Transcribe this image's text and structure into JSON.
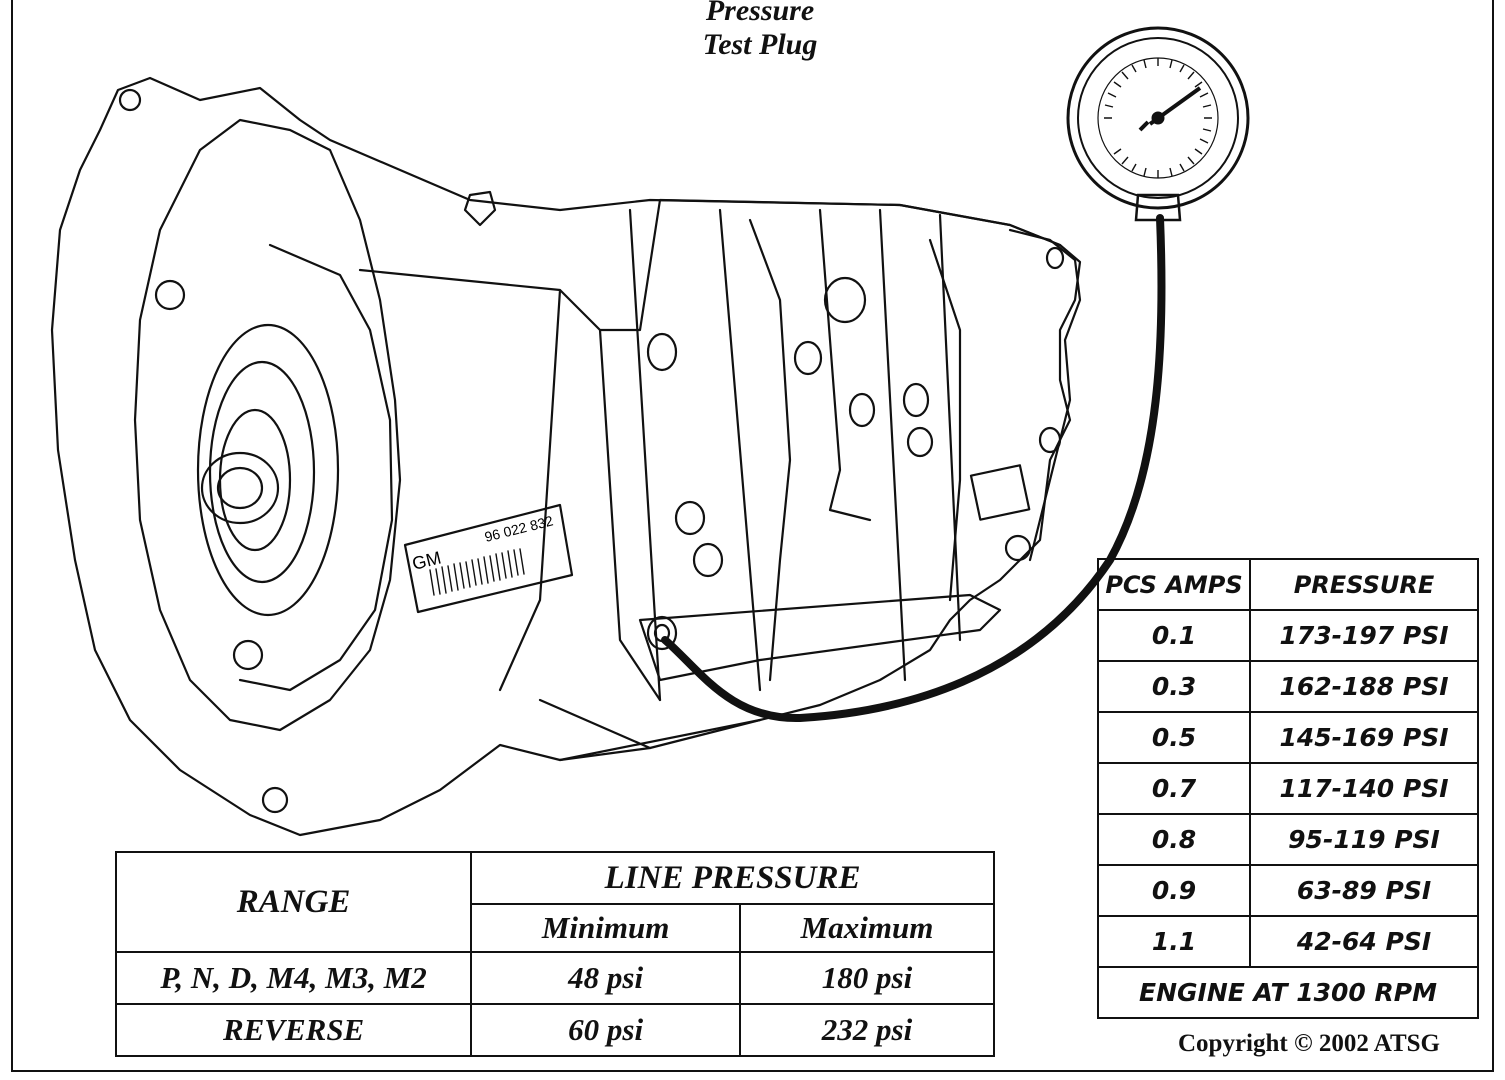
{
  "title": {
    "line1": "Pressure",
    "line2": "Test Plug"
  },
  "line_pressure_table": {
    "range_header": "RANGE",
    "group_header": "LINE PRESSURE",
    "min_header": "Minimum",
    "max_header": "Maximum",
    "rows": [
      {
        "range": "P, N, D, M4, M3, M2",
        "min": "48 psi",
        "max": "180 psi"
      },
      {
        "range": "REVERSE",
        "min": "60 psi",
        "max": "232 psi"
      }
    ]
  },
  "pcs_table": {
    "header_amps": "PCS AMPS",
    "header_pressure": "PRESSURE",
    "rows": [
      {
        "amps": "0.1",
        "pressure": "173-197 PSI"
      },
      {
        "amps": "0.3",
        "pressure": "162-188 PSI"
      },
      {
        "amps": "0.5",
        "pressure": "145-169 PSI"
      },
      {
        "amps": "0.7",
        "pressure": "117-140 PSI"
      },
      {
        "amps": "0.8",
        "pressure": "95-119 PSI"
      },
      {
        "amps": "0.9",
        "pressure": "63-89 PSI"
      },
      {
        "amps": "1.1",
        "pressure": "42-64 PSI"
      }
    ],
    "footer": "ENGINE AT 1300 RPM"
  },
  "transmission_label": {
    "brand": "GM",
    "part_number": "96 022 832"
  },
  "copyright": "Copyright © 2002 ATSG"
}
